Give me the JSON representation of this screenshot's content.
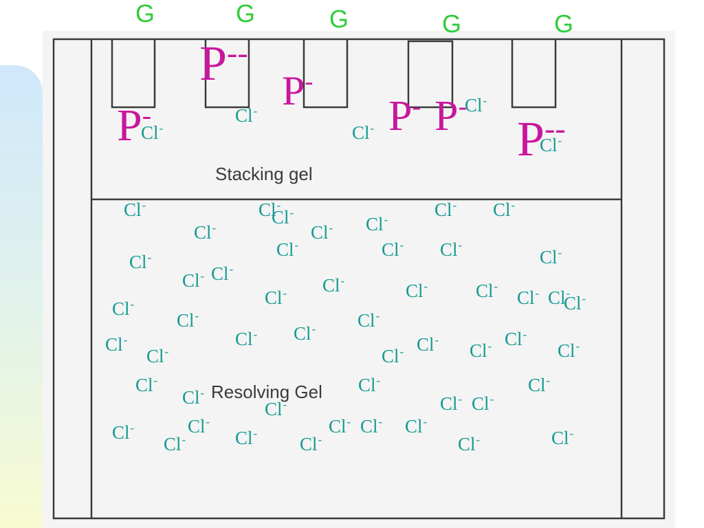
{
  "gate_label": "G",
  "stacking_label": "Stacking gel",
  "resolving_label": "Resolving Gel",
  "chloride": {
    "symbol": "Cl",
    "charge": "-"
  },
  "protein": {
    "symbol": "P"
  },
  "protein_charges": [
    "--",
    "-",
    "-",
    "-",
    "-",
    "--"
  ],
  "colors": {
    "gate": "#2fcc3a",
    "chloride": "#169a93",
    "protein": "#c8179c",
    "outline": "#3a3a3a",
    "gradient_top": "#cfe8fb",
    "gradient_bottom": "#f8fbd2"
  }
}
